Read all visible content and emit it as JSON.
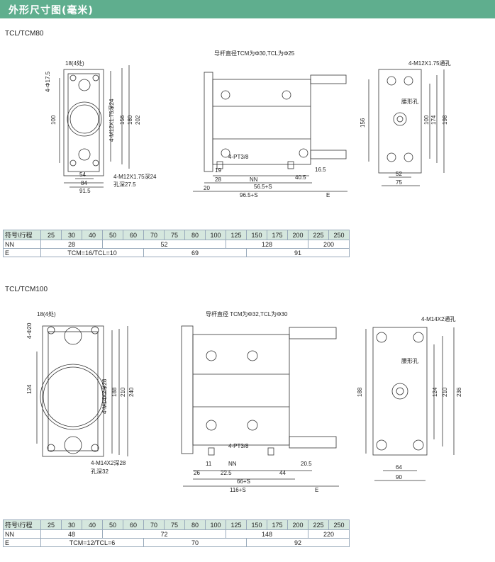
{
  "header": {
    "title": "外形尺寸图(毫米)"
  },
  "sec1": {
    "model": "TCL/TCM80",
    "note_guide": "导杆直径TCM为Φ30,TCL为Φ25",
    "front": {
      "d1": "18(4处)",
      "d2": "4-Φ17.5",
      "d3": "100",
      "d4": "4-M12X1.75深24",
      "d5": "156",
      "d6": "180",
      "d7": "202",
      "d8": "54",
      "d9": "84",
      "d10": "91.5",
      "d11": "4-M12X1.75深24",
      "d12": "孔深27.5"
    },
    "side": {
      "d1": "4-PT3/8",
      "d2": "19",
      "d3": "28",
      "d4": "NN",
      "d5": "40.5",
      "d6": "16.5",
      "d7": "20",
      "d8": "56.5+S",
      "d9": "96.5+S",
      "d10": "E"
    },
    "end": {
      "d1": "4-M12X1.75通孔",
      "d2": "腰形孔",
      "d3": "156",
      "d4": "100",
      "d5": "174",
      "d6": "198",
      "d7": "52",
      "d8": "75"
    },
    "table": {
      "header": [
        "符号\\行程",
        "25",
        "30",
        "40",
        "50",
        "60",
        "70",
        "75",
        "80",
        "100",
        "125",
        "150",
        "175",
        "200",
        "225",
        "250"
      ],
      "nn_label": "NN",
      "nn": [
        "28",
        "52",
        "128",
        "200"
      ],
      "e_label": "E",
      "e": [
        "TCM=16/TCL=10",
        "69",
        "91"
      ]
    }
  },
  "sec2": {
    "model": "TCL/TCM100",
    "note_guide": "导杆直径 TCM为Φ32,TCL为Φ30",
    "front": {
      "d1": "18(4处)",
      "d2": "4-Φ20",
      "d3": "124",
      "d4": "4-M14X2深28",
      "d5": "188",
      "d6": "210",
      "d7": "240",
      "d8": "4-M14X2深28",
      "d9": "孔深32"
    },
    "side": {
      "d1": "4-PT3/8",
      "d2": "11",
      "d3": "26",
      "d4": "22.5",
      "d5": "NN",
      "d6": "44",
      "d7": "20.5",
      "d8": "66+S",
      "d9": "116+S",
      "d10": "E"
    },
    "end": {
      "d1": "4-M14X2通孔",
      "d2": "腰形孔",
      "d3": "188",
      "d4": "124",
      "d5": "210",
      "d6": "236",
      "d7": "64",
      "d8": "90"
    },
    "table": {
      "header": [
        "符号\\行程",
        "25",
        "30",
        "40",
        "50",
        "60",
        "70",
        "75",
        "80",
        "100",
        "125",
        "150",
        "175",
        "200",
        "225",
        "250"
      ],
      "nn_label": "NN",
      "nn": [
        "48",
        "72",
        "148",
        "220"
      ],
      "e_label": "E",
      "e": [
        "TCM=12/TCL=6",
        "70",
        "92"
      ]
    }
  }
}
